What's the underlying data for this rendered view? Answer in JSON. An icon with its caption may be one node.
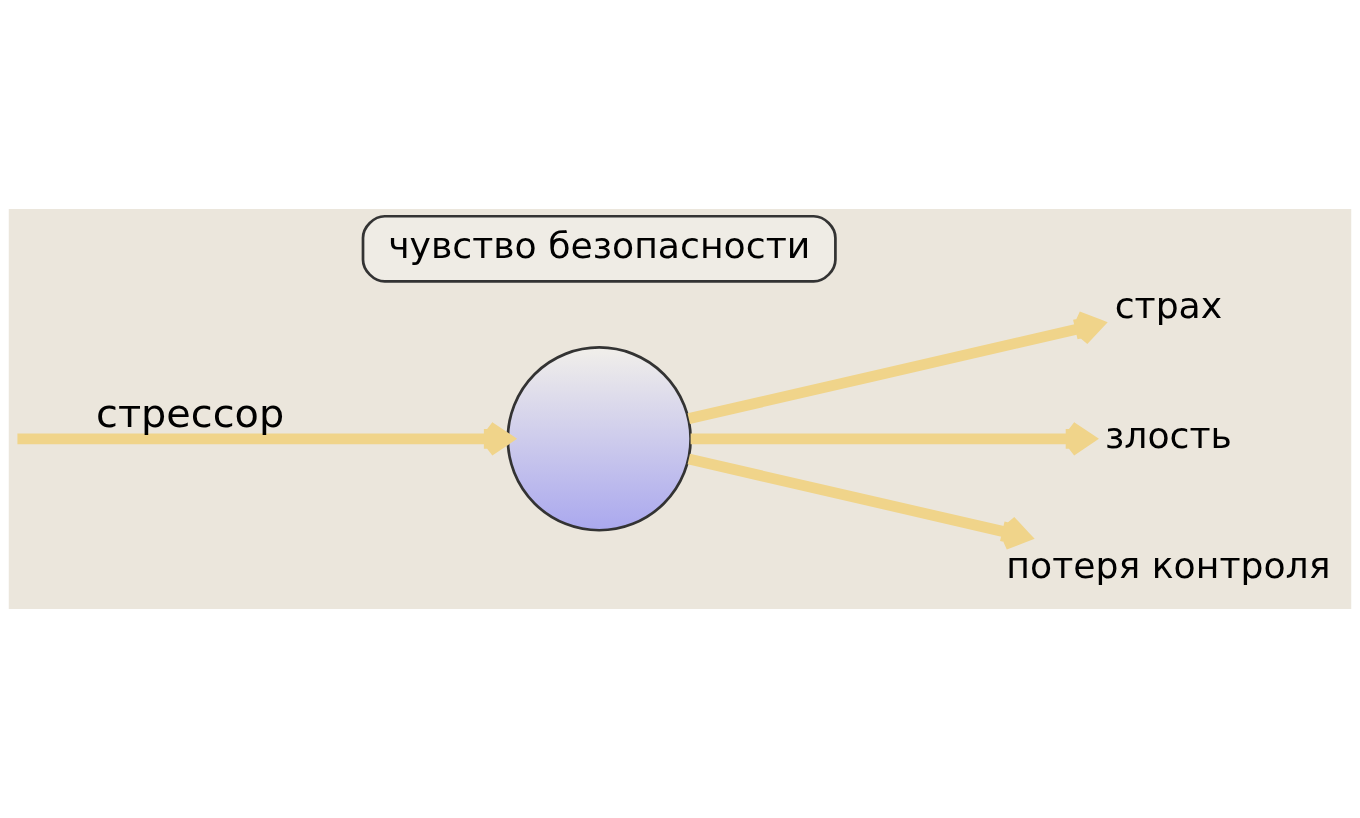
{
  "diagram": {
    "nodes": [
      {
        "text": [],
        "shape": "person"
      },
      {
        "text": [
          "чувство безопасности"
        ]
      },
      {
        "text": [
          "страх"
        ]
      },
      {
        "text": [
          "злость"
        ]
      },
      {
        "text": [
          "потеря контроля"
        ]
      }
    ],
    "edges": [
      {
        "from": null,
        "to": 0,
        "arrow": "to",
        "label": "стрессор"
      },
      {
        "from": 0,
        "to": 2,
        "arrow": "to"
      },
      {
        "from": 0,
        "to": 3,
        "arrow": "to"
      },
      {
        "from": 0,
        "to": 4,
        "arrow": "to"
      }
    ]
  }
}
